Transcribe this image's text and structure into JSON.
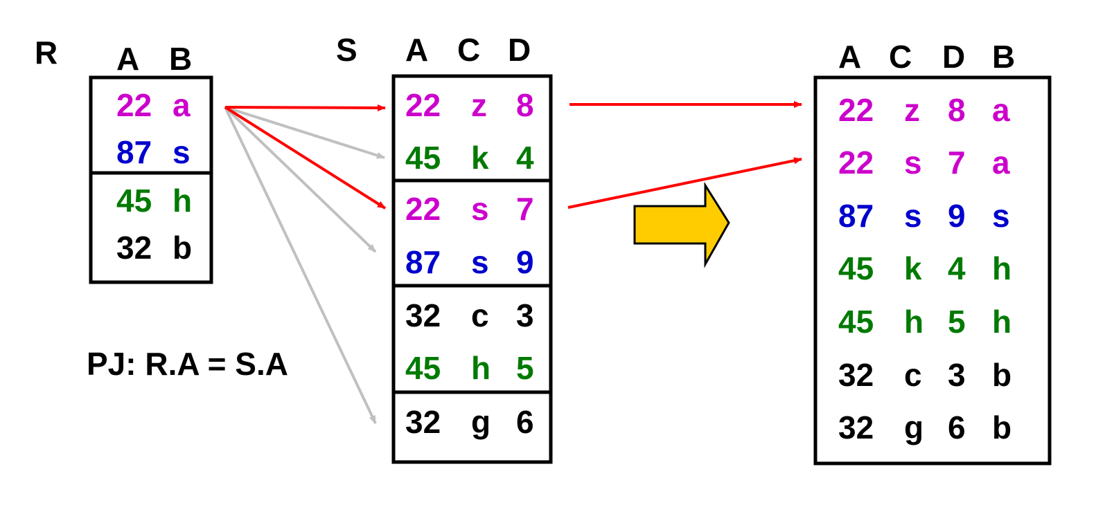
{
  "colors": {
    "magenta": "#CC00CC",
    "blue": "#0000CC",
    "green": "#007A00",
    "black": "#000000",
    "arrow_red": "#FF0000",
    "arrow_gray": "#C0C0C0",
    "big_arrow_fill": "#FFCC00"
  },
  "relation_r": {
    "name": "R",
    "headers": [
      "A",
      "B"
    ],
    "blocks": [
      [
        {
          "cells": [
            "22",
            "a"
          ],
          "color": "magenta"
        },
        {
          "cells": [
            "87",
            "s"
          ],
          "color": "blue"
        }
      ],
      [
        {
          "cells": [
            "45",
            "h"
          ],
          "color": "green"
        },
        {
          "cells": [
            "32",
            "b"
          ],
          "color": "black"
        }
      ]
    ]
  },
  "relation_s": {
    "name": "S",
    "headers": [
      "A",
      "C",
      "D"
    ],
    "blocks": [
      [
        {
          "cells": [
            "22",
            "z",
            "8"
          ],
          "color": "magenta"
        },
        {
          "cells": [
            "45",
            "k",
            "4"
          ],
          "color": "green"
        }
      ],
      [
        {
          "cells": [
            "22",
            "s",
            "7"
          ],
          "color": "magenta"
        },
        {
          "cells": [
            "87",
            "s",
            "9"
          ],
          "color": "blue"
        }
      ],
      [
        {
          "cells": [
            "32",
            "c",
            "3"
          ],
          "color": "black"
        },
        {
          "cells": [
            "45",
            "h",
            "5"
          ],
          "color": "green"
        }
      ],
      [
        {
          "cells": [
            "32",
            "g",
            "6"
          ],
          "color": "black"
        }
      ]
    ]
  },
  "result": {
    "headers": [
      "A",
      "C",
      "D",
      "B"
    ],
    "rows": [
      {
        "cells": [
          "22",
          "z",
          "8",
          "a"
        ],
        "color": "magenta"
      },
      {
        "cells": [
          "22",
          "s",
          "7",
          "a"
        ],
        "color": "magenta"
      },
      {
        "cells": [
          "87",
          "s",
          "9",
          "s"
        ],
        "color": "blue"
      },
      {
        "cells": [
          "45",
          "k",
          "4",
          "h"
        ],
        "color": "green"
      },
      {
        "cells": [
          "45",
          "h",
          "5",
          "h"
        ],
        "color": "green"
      },
      {
        "cells": [
          "32",
          "c",
          "3",
          "b"
        ],
        "color": "black"
      },
      {
        "cells": [
          "32",
          "g",
          "6",
          "b"
        ],
        "color": "black"
      }
    ]
  },
  "predicate": "PJ: R.A = S.A"
}
